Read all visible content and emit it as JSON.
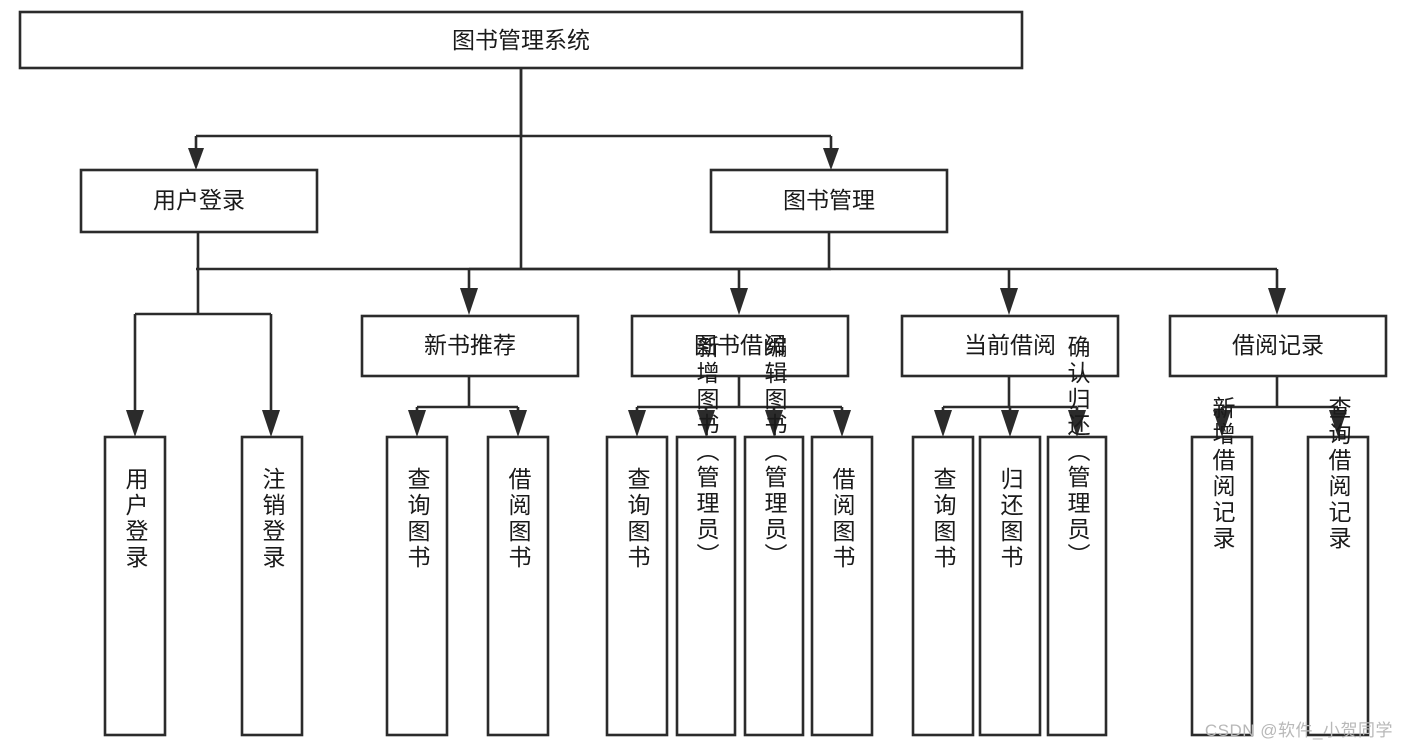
{
  "diagram": {
    "type": "tree",
    "title": "图书管理系统",
    "orientation": "top-down",
    "watermark": "CSDN @软件_小贺同学",
    "colors": {
      "stroke": "#2b2b2b",
      "fill": "#ffffff",
      "text": "#1a1a1a",
      "watermark": "#b8b8b8"
    },
    "root": {
      "id": "root",
      "label": "图书管理系统"
    },
    "level2": [
      {
        "id": "user-login",
        "label": "用户登录"
      },
      {
        "id": "book-manage",
        "label": "图书管理"
      }
    ],
    "level3": [
      {
        "id": "new-book-recommend",
        "label": "新书推荐",
        "parent": "book-manage"
      },
      {
        "id": "book-borrow",
        "label": "图书借阅",
        "parent": "book-manage"
      },
      {
        "id": "current-borrow",
        "label": "当前借阅",
        "parent": "book-manage"
      },
      {
        "id": "borrow-record",
        "label": "借阅记录",
        "parent": "book-manage"
      }
    ],
    "leaves": [
      {
        "id": "leaf-user-login",
        "label": "用户登录",
        "parent": "user-login"
      },
      {
        "id": "leaf-user-logout",
        "label": "注销登录",
        "parent": "user-login"
      },
      {
        "id": "leaf-query-book-1",
        "label": "查询图书",
        "parent": "new-book-recommend"
      },
      {
        "id": "leaf-borrow-book-1",
        "label": "借阅图书",
        "parent": "new-book-recommend"
      },
      {
        "id": "leaf-query-book-2",
        "label": "查询图书",
        "parent": "book-borrow"
      },
      {
        "id": "leaf-add-book",
        "label": "新增图书（管理员）",
        "parent": "book-borrow"
      },
      {
        "id": "leaf-edit-book",
        "label": "编辑图书（管理员）",
        "parent": "book-borrow"
      },
      {
        "id": "leaf-borrow-book-2",
        "label": "借阅图书",
        "parent": "book-borrow"
      },
      {
        "id": "leaf-query-book-3",
        "label": "查询图书",
        "parent": "current-borrow"
      },
      {
        "id": "leaf-return-book",
        "label": "归还图书",
        "parent": "current-borrow"
      },
      {
        "id": "leaf-confirm-return",
        "label": "确认归还（管理员）",
        "parent": "current-borrow"
      },
      {
        "id": "leaf-add-record",
        "label": "新增借阅记录",
        "parent": "borrow-record"
      },
      {
        "id": "leaf-query-record",
        "label": "查询借阅记录",
        "parent": "borrow-record"
      }
    ]
  }
}
